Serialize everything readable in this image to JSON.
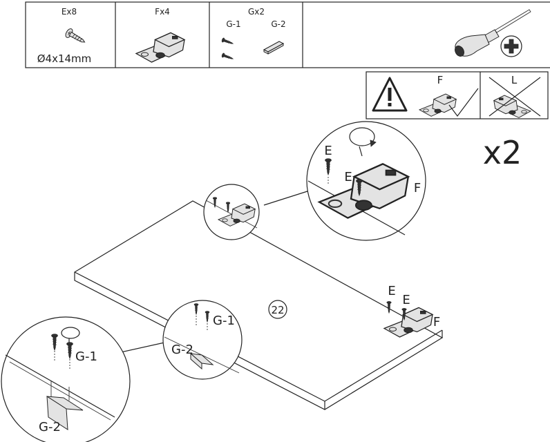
{
  "parts": {
    "e": {
      "title": "Ex8",
      "size": "Ø4x14mm",
      "icon": "screw-icon"
    },
    "f": {
      "title": "Fx4",
      "icon": "hinge-icon"
    },
    "g": {
      "title": "Gx2",
      "g1_label": "G-1",
      "g2_label": "G-2",
      "icon": "handle-icon"
    },
    "tool": {
      "icon": "phillips-screwdriver-icon"
    }
  },
  "warning": {
    "correct_label": "F",
    "wrong_label": "L",
    "icons": [
      "warning-triangle-icon",
      "check-mark-icon",
      "cross-mark-icon"
    ]
  },
  "multiplier": "x2",
  "step_number": "22",
  "callouts": {
    "hinge_zoom_screw": "E",
    "hinge_zoom_screw2": "E",
    "hinge_zoom_hinge": "F",
    "panel_screw1": "E",
    "panel_screw2": "E",
    "panel_hinge": "F",
    "handle_zoom_g1": "G-1",
    "handle_zoom_g2": "G-2",
    "big_zoom_g1": "G-1",
    "big_zoom_g2": "G-2"
  }
}
